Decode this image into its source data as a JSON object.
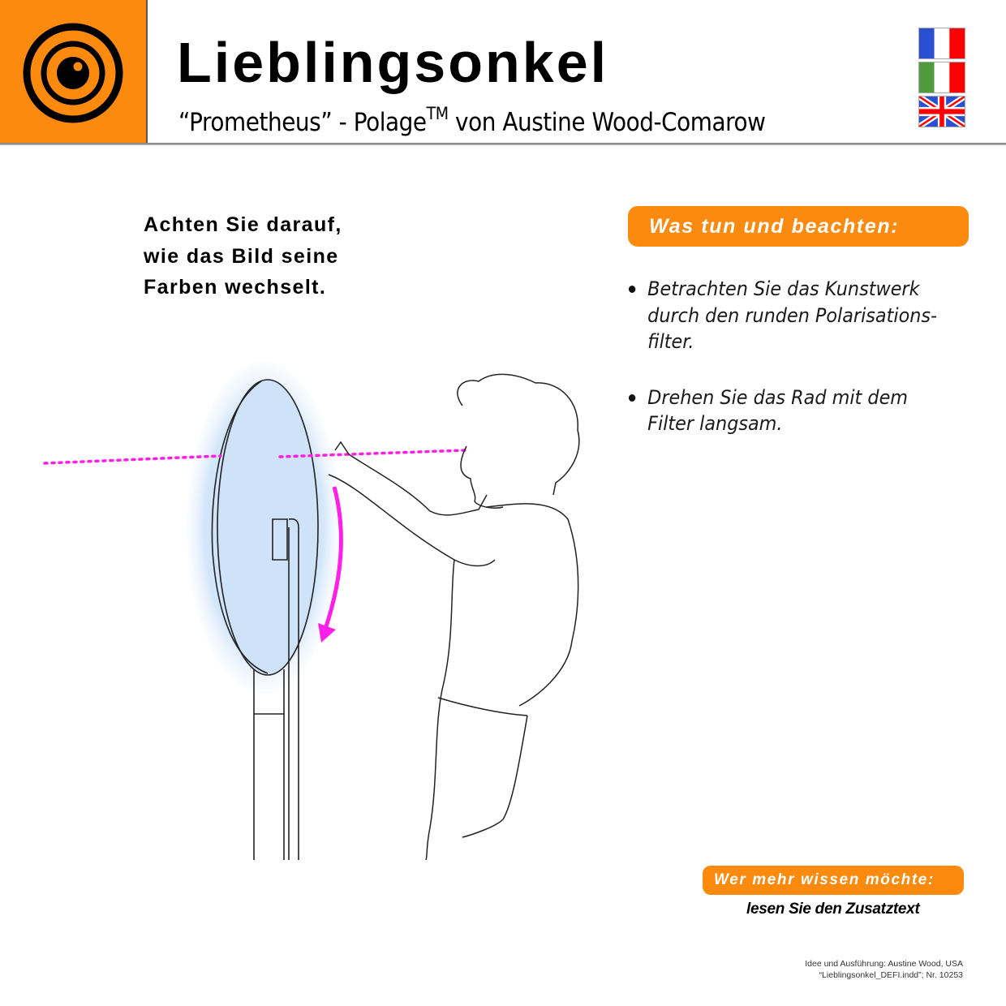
{
  "header": {
    "title": "Lieblingsonkel",
    "subtitle_main": "“Prometheus” - Polage",
    "subtitle_tm": "TM",
    "subtitle_rest": " von Austine Wood-Comarow",
    "logo_icon": "eye-target-icon",
    "brand_color": "#fb8a0e"
  },
  "languages": [
    {
      "code": "fr",
      "icon": "flag-france-icon"
    },
    {
      "code": "it",
      "icon": "flag-italy-icon"
    },
    {
      "code": "en",
      "icon": "flag-uk-icon"
    }
  ],
  "intro": {
    "line1": "Achten Sie darauf,",
    "line2": "wie das Bild seine",
    "line3": "Farben wechselt."
  },
  "instructions": {
    "heading": "Was tun und beachten:",
    "steps": [
      "Betrachten Sie das Kunstwerk durch den runden Polarisations-filter.",
      "Drehen Sie das Rad mit dem Filter langsam."
    ]
  },
  "more_info": {
    "heading": "Wer mehr wissen möchte:",
    "text": "lesen Sie den Zusatztext"
  },
  "credits": {
    "line1": "Idee und Ausführung: Austine Wood, USA",
    "line2": "“Lieblingsonkel_DEFI.indd”; Nr. 10253"
  },
  "illustration": {
    "description": "woman-turning-polarization-filter-wheel",
    "filter_tint": "#bcd8f6",
    "sightline_color": "#ff1fe6"
  }
}
